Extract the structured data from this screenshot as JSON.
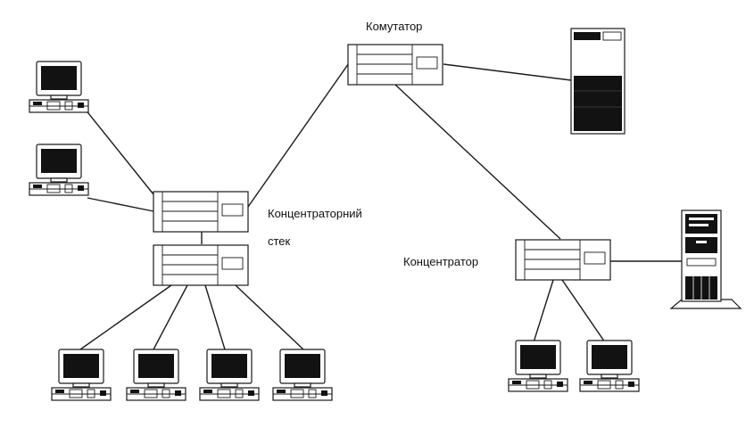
{
  "labels": {
    "switch": "Комутатор",
    "hub_stack_line1": "Концентраторний",
    "hub_stack_line2": "стек",
    "hub": "Концентратор"
  }
}
